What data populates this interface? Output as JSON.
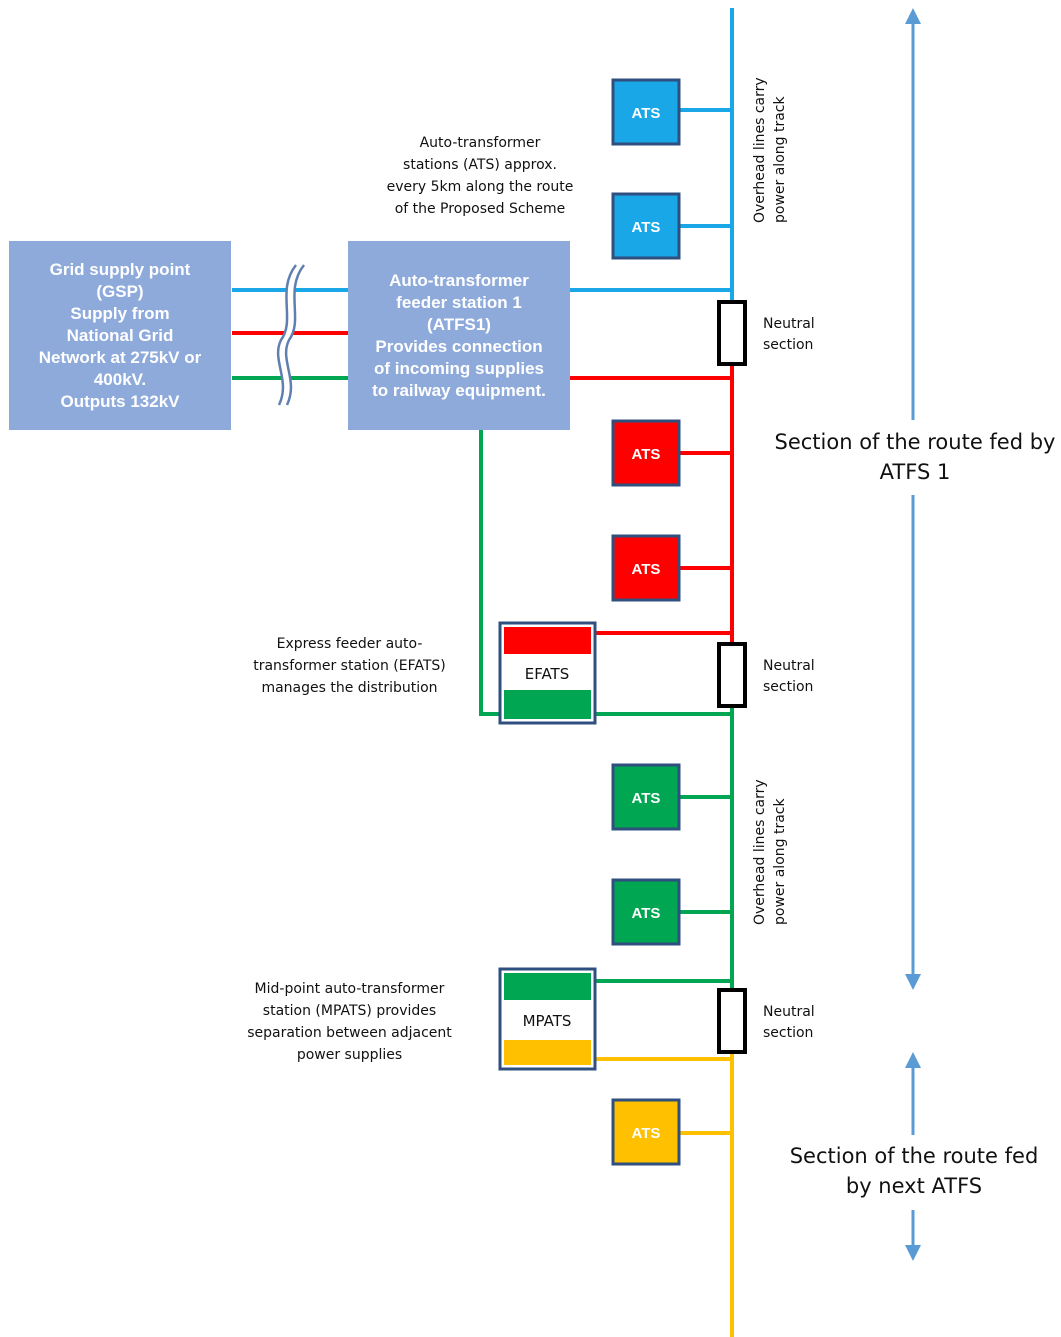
{
  "colors": {
    "blue_line": "#1aa7e8",
    "red_line": "#ff0000",
    "green_line": "#00a651",
    "yellow_line": "#ffc000",
    "ats_blue": "#1aa7e8",
    "ats_red": "#ff0000",
    "ats_green": "#00a651",
    "ats_yellow": "#ffc000",
    "box_fill": "#8eaadb",
    "box_border": "#2f4f7f",
    "arrow": "#5b9bd5"
  },
  "gsp_box": {
    "text": "Grid supply point\n(GSP)\nSupply from\nNational Grid\nNetwork at 275kV or\n400kV.\nOutputs 132kV"
  },
  "atfs_box": {
    "text": "Auto-transformer\nfeeder station 1\n(ATFS1)\nProvides connection\nof incoming supplies\nto railway equipment."
  },
  "notes": {
    "ats_note": "Auto-transformer\nstations (ATS) approx.\nevery 5km along the route\nof the Proposed Scheme",
    "efats_note": "Express feeder auto-\ntransformer station (EFATS)\nmanages the distribution",
    "mpats_note": "Mid-point auto-transformer\nstation (MPATS) provides\nseparation between adjacent\npower supplies",
    "overhead_top": "Overhead lines carry\npower along track",
    "overhead_bottom": "Overhead lines carry\npower along track"
  },
  "neutral_sections": [
    "Neutral\nsection",
    "Neutral\nsection",
    "Neutral\nsection"
  ],
  "ats_stations": [
    {
      "label": "ATS",
      "color": "blue"
    },
    {
      "label": "ATS",
      "color": "blue"
    },
    {
      "label": "ATS",
      "color": "red"
    },
    {
      "label": "ATS",
      "color": "red"
    },
    {
      "label": "ATS",
      "color": "green"
    },
    {
      "label": "ATS",
      "color": "green"
    },
    {
      "label": "ATS",
      "color": "yellow"
    }
  ],
  "efats_label": "EFATS",
  "mpats_label": "MPATS",
  "sections": {
    "atfs1": "Section of the route fed by\nATFS 1",
    "next": "Section of the route fed\nby next ATFS"
  }
}
